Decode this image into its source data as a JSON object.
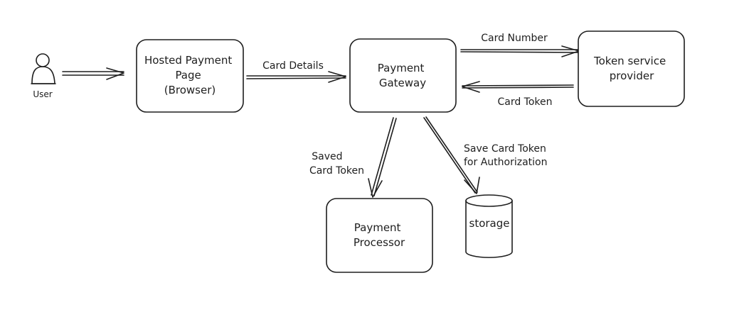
{
  "nodes": {
    "user": {
      "label": "User"
    },
    "hosted_page": {
      "lines": [
        "Hosted Payment",
        "Page",
        "(Browser)"
      ]
    },
    "gateway": {
      "lines": [
        "Payment",
        "Gateway"
      ]
    },
    "token_provider": {
      "lines": [
        "Token service",
        "provider"
      ]
    },
    "processor": {
      "lines": [
        "Payment",
        "Processor"
      ]
    },
    "storage": {
      "label": "storage"
    }
  },
  "edges": {
    "card_details": {
      "label": "Card Details"
    },
    "card_number": {
      "label": "Card Number"
    },
    "card_token": {
      "label": "Card Token"
    },
    "saved_card_token": {
      "lines": [
        "Saved",
        "Card Token"
      ]
    },
    "save_card_token": {
      "lines": [
        "Save Card Token",
        "for Authorization"
      ]
    }
  }
}
